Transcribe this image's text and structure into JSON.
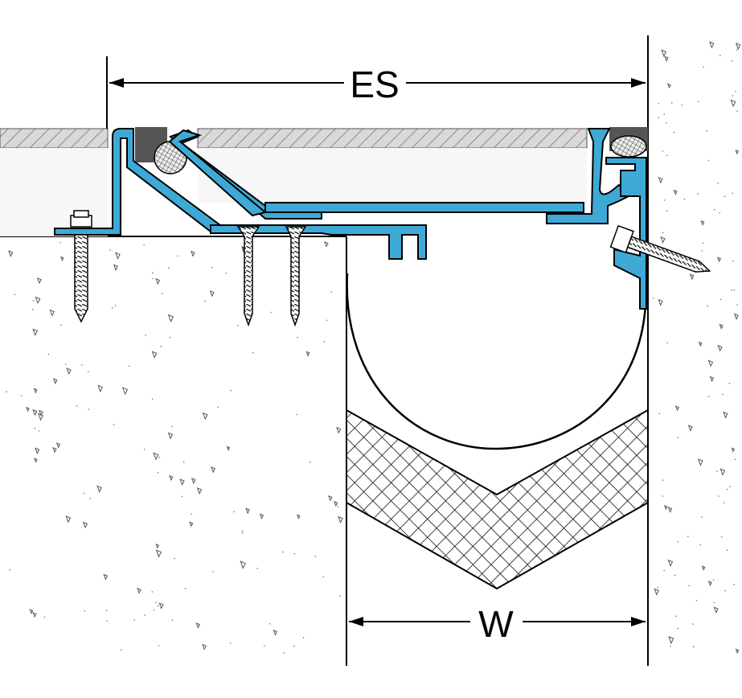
{
  "dimensions": {
    "top_label": "ES",
    "bottom_label": "W"
  },
  "colors": {
    "profile": "#3FA9D6",
    "profile_outline": "#000000",
    "seal_dark": "#555555",
    "floor_finish": "#d9d9d9",
    "concrete_speckle": "#666666",
    "background": "#ffffff"
  },
  "components": {
    "profile_left": "aluminum-frame-left",
    "profile_right": "aluminum-frame-right",
    "cover_plate": "sliding-cover-plate",
    "vapor_barrier": "vapor-barrier-loop",
    "fire_barrier": "fire-barrier-blanket",
    "backer_rods": "backer-rod",
    "anchors": "screw-anchor"
  }
}
